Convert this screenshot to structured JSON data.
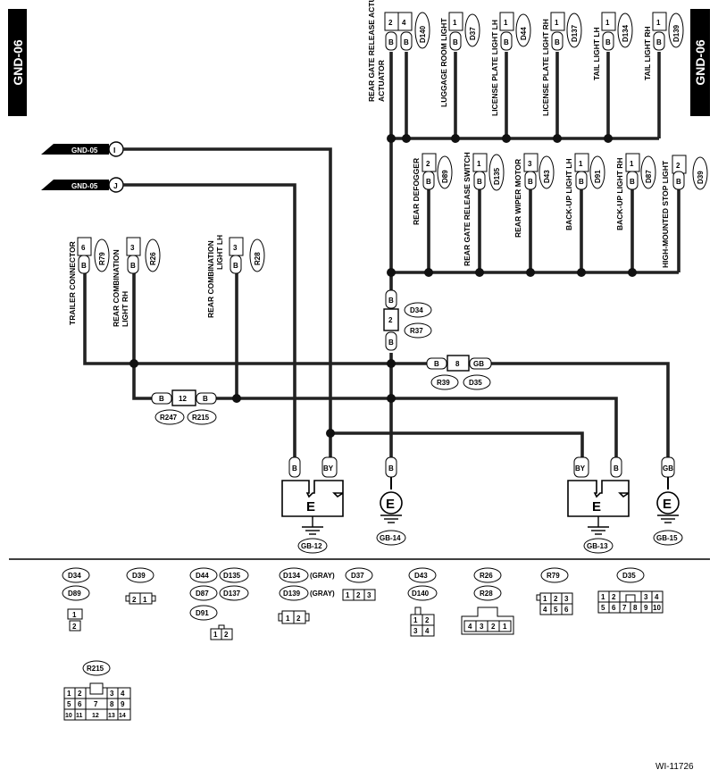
{
  "tabs": {
    "left": "GND-06",
    "right": "GND-06"
  },
  "from_refs": [
    {
      "label": "GND-05",
      "letter": "I"
    },
    {
      "label": "GND-05",
      "letter": "J"
    }
  ],
  "top_connectors": [
    {
      "name": "REAR GATE RELEASE ACTUATOR",
      "pins": [
        "2",
        "4"
      ],
      "id": "D140",
      "wire": "B"
    },
    {
      "name": "LUGGAGE ROOM LIGHT",
      "pins": [
        "1"
      ],
      "id": "D37",
      "wire": "B"
    },
    {
      "name": "LICENSE PLATE LIGHT LH",
      "pins": [
        "1"
      ],
      "id": "D44",
      "wire": "B"
    },
    {
      "name": "LICENSE PLATE LIGHT RH",
      "pins": [
        "1"
      ],
      "id": "D137",
      "wire": "B"
    },
    {
      "name": "TAIL LIGHT LH",
      "pins": [
        "1"
      ],
      "id": "D134",
      "wire": "B"
    },
    {
      "name": "TAIL LIGHT RH",
      "pins": [
        "1"
      ],
      "id": "D139",
      "wire": "B"
    }
  ],
  "mid_connectors": [
    {
      "name": "REAR DEFOGGER",
      "pin": "2",
      "id": "D89",
      "wire": "B"
    },
    {
      "name": "REAR GATE RELEASE SWITCH",
      "pin": "1",
      "id": "D135",
      "wire": "B"
    },
    {
      "name": "REAR WIPER MOTOR",
      "pin": "3",
      "id": "D43",
      "wire": "B"
    },
    {
      "name": "BACK-UP LIGHT LH",
      "pin": "1",
      "id": "D91",
      "wire": "B"
    },
    {
      "name": "BACK-UP LIGHT RH",
      "pin": "1",
      "id": "D87",
      "wire": "B"
    },
    {
      "name": "HIGH-MOUNTED STOP LIGHT",
      "pin": "2",
      "id": "D39",
      "wire": "B"
    }
  ],
  "left_connectors": [
    {
      "name": "TRAILER CONNECTOR",
      "pin": "6",
      "id": "R79",
      "wire": "B"
    },
    {
      "name": "REAR COMBINATION LIGHT RH",
      "pin": "3",
      "id": "R26",
      "wire": "B"
    },
    {
      "name": "REAR COMBINATION LIGHT LH",
      "pin": "3",
      "id": "R28",
      "wire": "B"
    }
  ],
  "joint_d34": {
    "wire_top": "B",
    "pin": "2",
    "wire_bottom": "B",
    "ids": [
      "D34",
      "R37"
    ]
  },
  "joint_d35": {
    "wire_left": "B",
    "pin": "8",
    "wire_right": "GB",
    "ids": [
      "R39",
      "D35"
    ]
  },
  "joint_r215": {
    "wire_left": "B",
    "pin": "12",
    "wire_right": "B",
    "ids": [
      "R247",
      "R215"
    ]
  },
  "grounds": [
    {
      "id": "GB-12",
      "wires": [
        "B",
        "BY"
      ],
      "symbol": "E"
    },
    {
      "id": "GB-14",
      "wires": [
        "B"
      ],
      "symbol": "E"
    },
    {
      "id": "GB-13",
      "wires": [
        "BY",
        "B"
      ],
      "symbol": "E"
    },
    {
      "id": "GB-15",
      "wires": [
        "GB"
      ],
      "symbol": "E"
    }
  ],
  "legend": {
    "g1": {
      "ids": [
        "D34",
        "D89"
      ],
      "pins": [
        "1",
        "2"
      ]
    },
    "g2": {
      "ids": [
        "D39"
      ],
      "pins": [
        "2",
        "1"
      ]
    },
    "g3": {
      "ids": [
        "D44",
        "D135",
        "D87",
        "D137",
        "D91"
      ],
      "pins": [
        "1",
        "2"
      ]
    },
    "g4": {
      "ids": [
        "D134",
        "D139"
      ],
      "note": "(GRAY)",
      "pins": [
        "1",
        "2"
      ]
    },
    "g5": {
      "ids": [
        "D37"
      ],
      "pins": [
        "1",
        "2",
        "3"
      ]
    },
    "g6": {
      "ids": [
        "D43",
        "D140"
      ],
      "pins": [
        "1",
        "2",
        "3",
        "4"
      ]
    },
    "g7": {
      "ids": [
        "R26",
        "R28"
      ],
      "pins": [
        "4",
        "3",
        "2",
        "1"
      ]
    },
    "g8": {
      "ids": [
        "R79"
      ],
      "pins": [
        "1",
        "2",
        "3",
        "4",
        "5",
        "6"
      ]
    },
    "g9": {
      "ids": [
        "D35"
      ],
      "pins": [
        "1",
        "2",
        "3",
        "4",
        "5",
        "6",
        "7",
        "8",
        "9",
        "10"
      ]
    },
    "g10": {
      "ids": [
        "R215"
      ],
      "pins": [
        "1",
        "2",
        "3",
        "4",
        "5",
        "6",
        "7",
        "8",
        "9",
        "10",
        "11",
        "12",
        "13",
        "14"
      ]
    }
  },
  "figure_id": "WI-11726"
}
